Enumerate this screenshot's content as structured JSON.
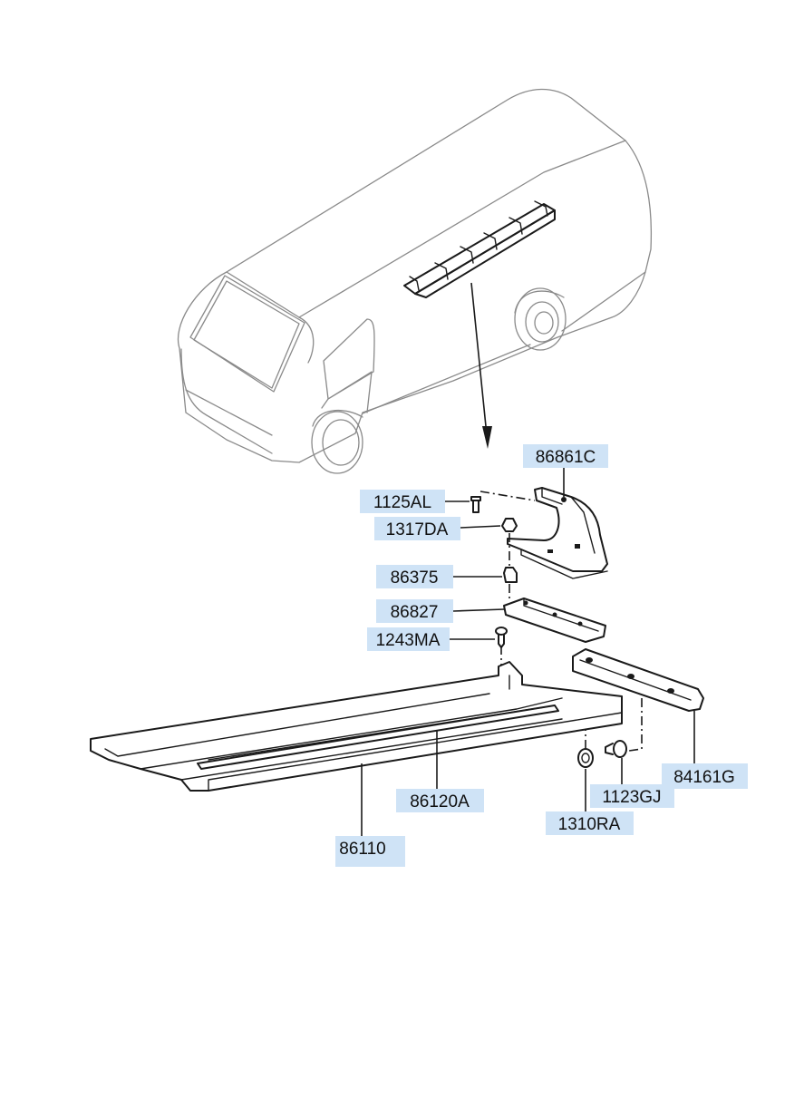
{
  "part_labels": {
    "p86861C": "86861C",
    "p1125AL": "1125AL",
    "p1317DA": "1317DA",
    "p86375": "86375",
    "p86827": "86827",
    "p1243MA": "1243MA",
    "p84161G": "84161G",
    "p1123GJ": "1123GJ",
    "p1310RA": "1310RA",
    "p86120A": "86120A",
    "p86110": "86110"
  },
  "colors": {
    "label_highlight": "#cfe3f6",
    "line": "#1a1a1a",
    "vehicle_outline": "#8a8a8a"
  }
}
